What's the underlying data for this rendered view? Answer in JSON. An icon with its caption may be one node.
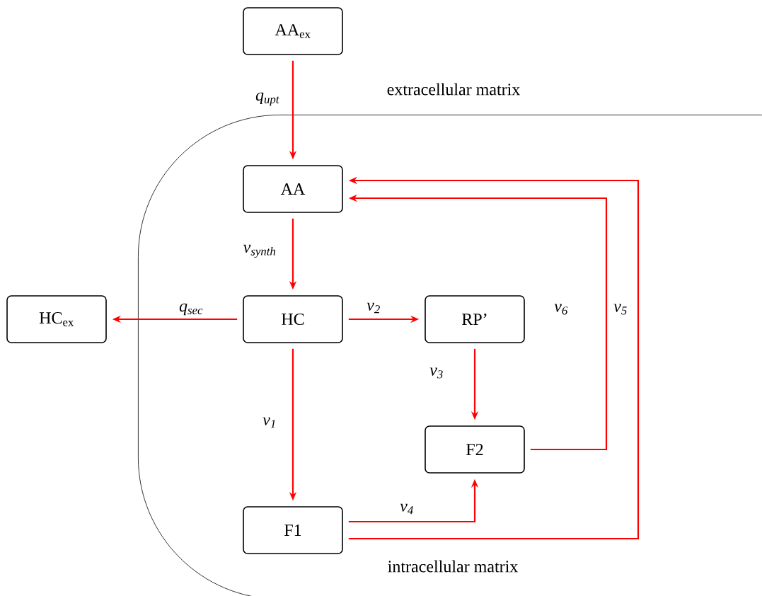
{
  "diagram": {
    "nodes": [
      {
        "text": [
          "AA$_{ex}$"
        ]
      },
      {
        "text": [
          "intracellular matrix"
        ]
      },
      {
        "text": [
          "AA"
        ],
        "in": 1
      },
      {
        "text": [
          "HC$_{ex}$"
        ]
      },
      {
        "text": [
          "HC"
        ],
        "in": 1
      },
      {
        "text": [
          "RP’"
        ],
        "in": 1
      },
      {
        "text": [
          "F2"
        ],
        "in": 1
      },
      {
        "text": [
          "F1"
        ],
        "in": 1
      }
    ],
    "edges": [
      {
        "from": 0,
        "to": 2,
        "arrow": "to",
        "label": "q$_{upt}$"
      },
      {
        "from": 2,
        "to": 4,
        "arrow": "to",
        "label": "v$_{synth}$"
      },
      {
        "from": 4,
        "to": 3,
        "arrow": "to",
        "label": "q$_{sec}$"
      },
      {
        "from": 4,
        "to": 5,
        "arrow": "to",
        "label": "v$_{2}$"
      },
      {
        "from": 5,
        "to": 6,
        "arrow": "to",
        "label": "v$_{3}$"
      },
      {
        "from": 4,
        "to": 7,
        "arrow": "to",
        "label": "v$_{1}$"
      },
      {
        "from": 7,
        "to": 6,
        "arrow": "to",
        "label": "v$_{4}$"
      },
      {
        "from": 6,
        "to": 2,
        "arrow": "to",
        "label": "v$_{6}$"
      },
      {
        "from": 7,
        "to": 2,
        "arrow": "to",
        "label": "v$_{5}$"
      }
    ],
    "labels": [
      "extracellular matrix"
    ]
  }
}
